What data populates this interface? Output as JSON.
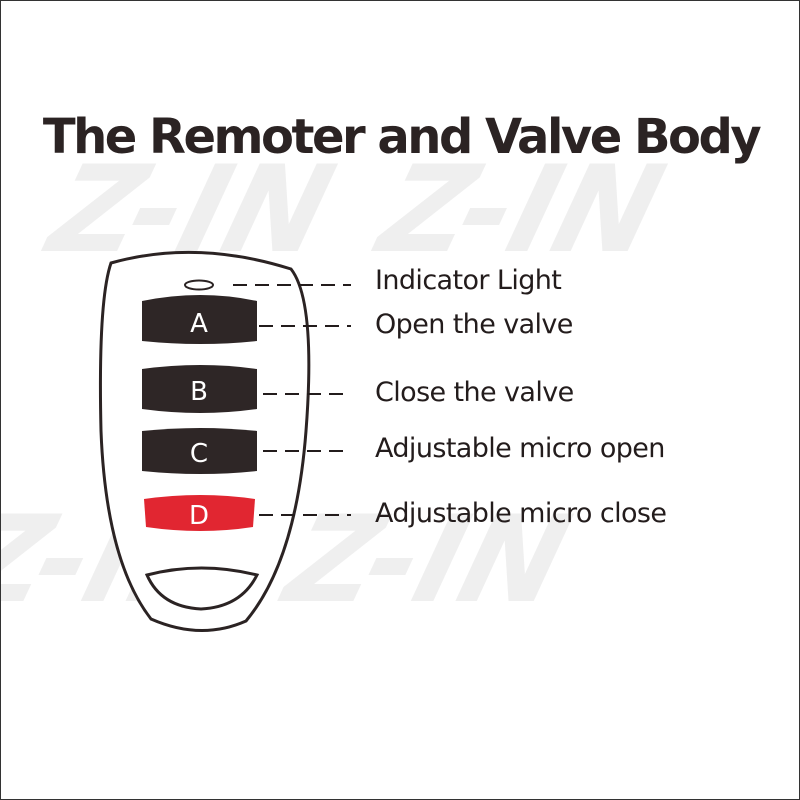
{
  "title": "The Remoter and Valve Body",
  "buttons": [
    {
      "letter": "A",
      "color": "#2e2626"
    },
    {
      "letter": "B",
      "color": "#2e2626"
    },
    {
      "letter": "C",
      "color": "#2e2626"
    },
    {
      "letter": "D",
      "color": "#e12631"
    }
  ],
  "labels": {
    "indicator": "Indicator Light",
    "a": "Open the valve",
    "b": "Close the valve",
    "c": "Adjustable micro open",
    "d": "Adjustable micro close"
  },
  "watermark": "Z-IN",
  "colors": {
    "ink": "#231c1c",
    "button_dark": "#2e2626",
    "button_red": "#e12631",
    "watermark": "#ececec"
  }
}
